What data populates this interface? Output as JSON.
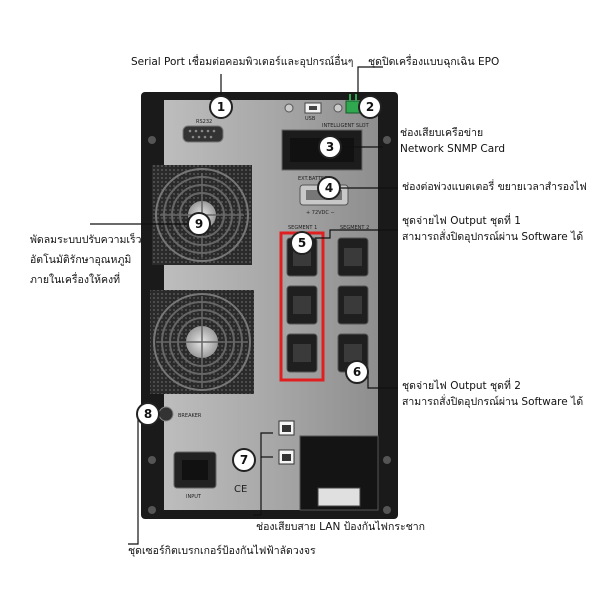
{
  "annotations": {
    "serial_port": "Serial Port เชื่อมต่อคอมพิวเตอร์และอุปกรณ์อื่นๆ",
    "epo": "ชุดปิดเครื่องแบบฉุกเฉิน EPO",
    "snmp_line1": "ช่องเสียบเครือข่าย",
    "snmp_line2": "Network SNMP Card",
    "battery": "ช่องต่อพ่วงแบตเตอรี่ ขยายเวลาสำรองไฟ",
    "output1_line1": "ชุดจ่ายไฟ Output ชุดที่ 1",
    "output1_line2": "สามารถสั่งปิดอุปกรณ์ผ่าน Software ได้",
    "fan_line1": "พัดลมระบบปรับความเร็ว",
    "fan_line2": "อัตโนมัติรักษาอุณหภูมิ",
    "fan_line3": "ภายในเครื่องให้คงที่",
    "output2_line1": "ชุดจ่ายไฟ Output ชุดที่ 2",
    "output2_line2": "สามารถสั่งปิดอุปกรณ์ผ่าน Software ได้",
    "lan": "ช่องเสียบสาย LAN ป้องกันไฟกระชาก",
    "breaker": "ชุดเซอร์กิตเบรกเกอร์ป้องกันไฟฟ้าลัดวงจร"
  },
  "callouts": [
    "1",
    "2",
    "3",
    "4",
    "5",
    "6",
    "7",
    "8",
    "9"
  ],
  "panel_text": {
    "usb": "USB",
    "rs232": "RS232",
    "intelligent_slot": "INTELLIGENT SLOT",
    "ext_battery": "EXT.BATTERY",
    "ext_voltage": "+ 72VDC −",
    "segment1": "SEGMENT 1",
    "segment2": "SEGMENT 2",
    "breaker": "BREAKER",
    "input": "INPUT",
    "ce": "CE"
  },
  "colors": {
    "highlight": "#e02020",
    "housing": "#1a1a1a",
    "panel": "#9a9a9a"
  }
}
